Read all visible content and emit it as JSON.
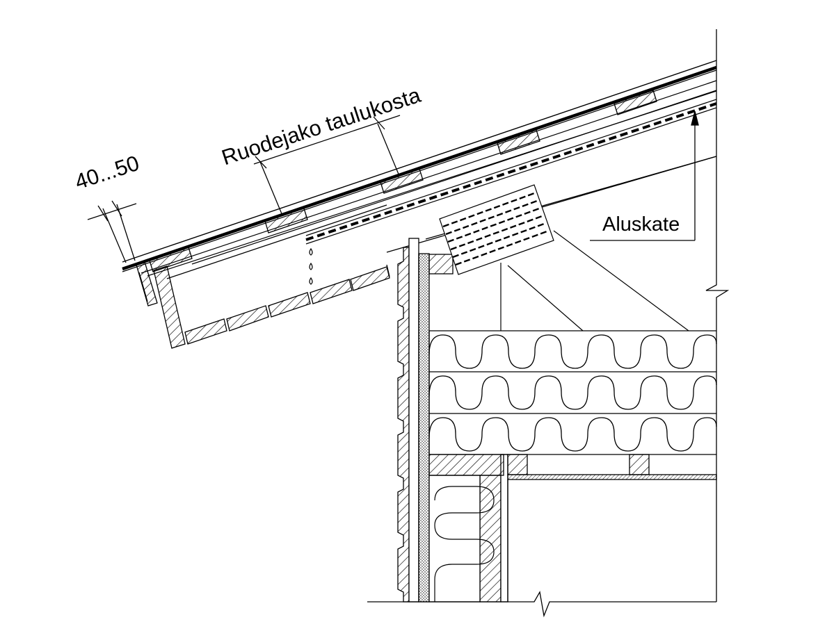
{
  "labels": {
    "eave_dimension": "40...50",
    "batten_spacing": "Ruodejako taulukosta",
    "underlay": "Aluskate"
  },
  "colors": {
    "line": "#000000",
    "background": "#ffffff"
  }
}
